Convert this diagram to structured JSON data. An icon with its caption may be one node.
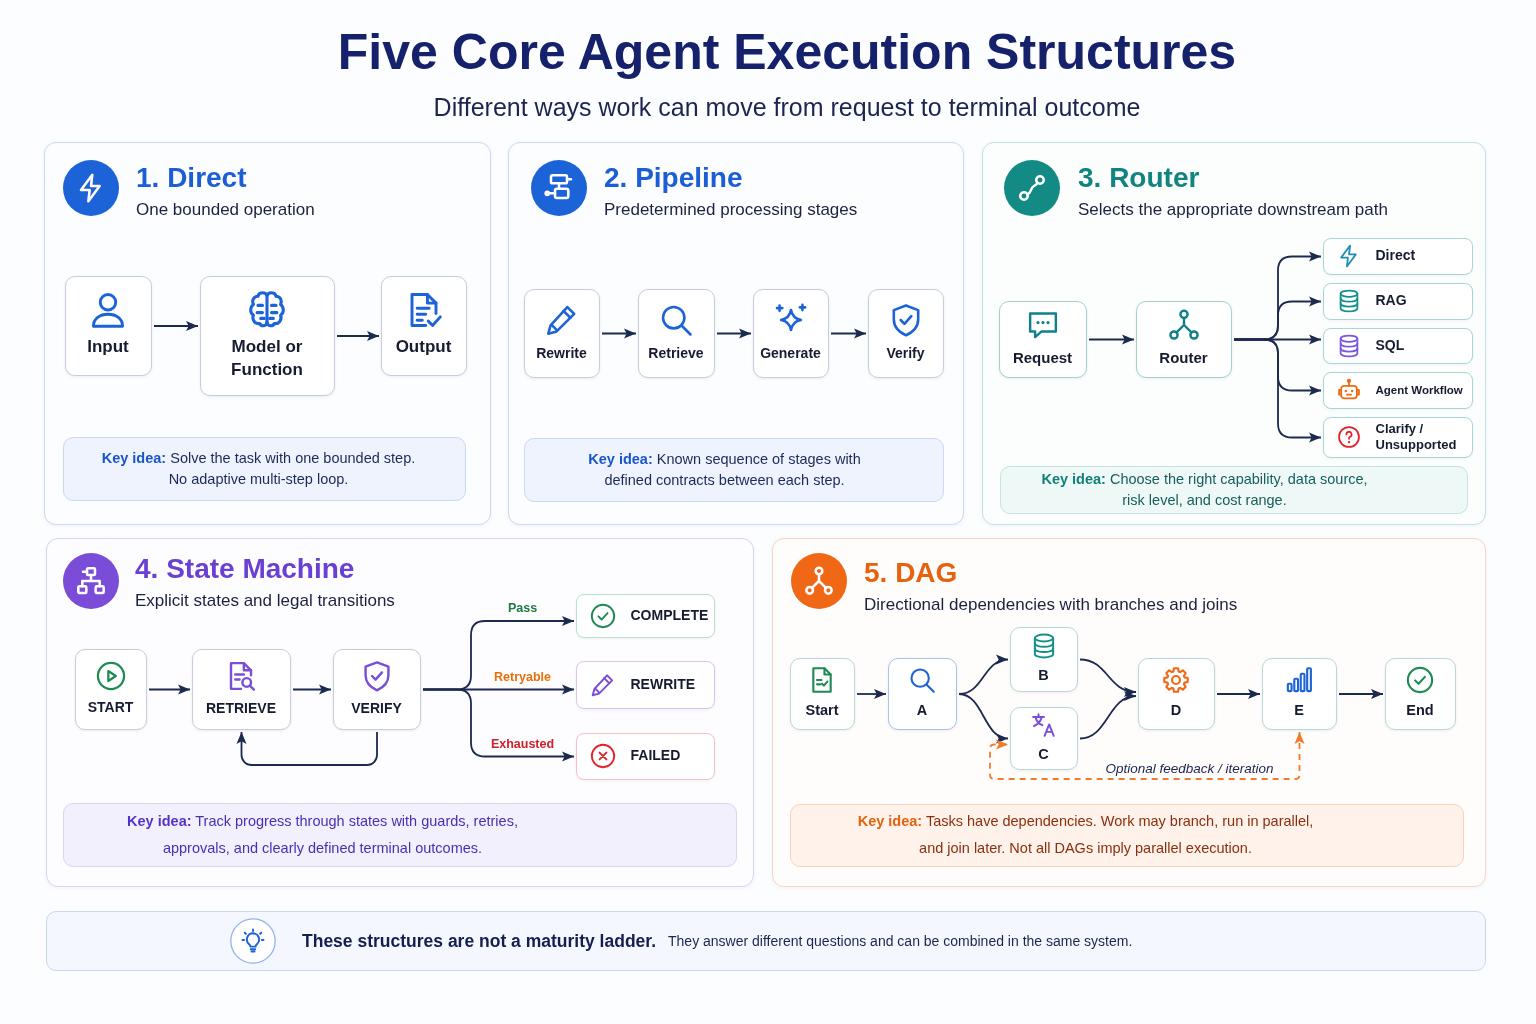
{
  "diagram": {
    "title": "Five Core Agent Execution Structures",
    "nodes": [
      {
        "text": [
          "1. Direct",
          "One bounded operation"
        ]
      },
      {
        "text": [
          "Input"
        ],
        "in": 0
      },
      {
        "text": [
          "Model or Function"
        ],
        "in": 0
      },
      {
        "text": [
          "Output"
        ],
        "in": 0
      },
      {
        "text": [
          "**Key idea:** Solve the task with one bounded step. No adaptive multi-step loop."
        ],
        "in": 0
      },
      {
        "text": [
          "2. Pipeline",
          "Predetermined processing stages"
        ]
      },
      {
        "text": [
          "Rewrite"
        ],
        "in": 5
      },
      {
        "text": [
          "Retrieve"
        ],
        "in": 5
      },
      {
        "text": [
          "Generate"
        ],
        "in": 5
      },
      {
        "text": [
          "Verify"
        ],
        "in": 5
      },
      {
        "text": [
          "**Key idea:** Known sequence of stages with defined contracts between each step."
        ],
        "in": 5
      },
      {
        "text": [
          "3. Router",
          "Selects the appropriate downstream path"
        ]
      },
      {
        "text": [
          "Request"
        ],
        "in": 11
      },
      {
        "text": [
          "Router"
        ],
        "in": 11
      },
      {
        "text": [
          "Direct"
        ],
        "in": 11
      },
      {
        "text": [
          "RAG"
        ],
        "in": 11
      },
      {
        "text": [
          "SQL"
        ],
        "in": 11
      },
      {
        "text": [
          "Agent Workflow"
        ],
        "in": 11
      },
      {
        "text": [
          "Clarify / Unsupported"
        ],
        "in": 11
      },
      {
        "text": [
          "**Key idea:** Choose the right capability, data source, risk level, and cost range."
        ],
        "in": 11
      },
      {
        "text": [
          "4. State Machine",
          "Explicit states and legal transitions"
        ]
      },
      {
        "text": [
          "START"
        ],
        "in": 20
      },
      {
        "text": [
          "RETRIEVE"
        ],
        "in": 20
      },
      {
        "text": [
          "VERIFY"
        ],
        "in": 20
      },
      {
        "text": [
          "COMPLETE"
        ],
        "in": 20
      },
      {
        "text": [
          "REWRITE"
        ],
        "in": 20
      },
      {
        "text": [
          "FAILED"
        ],
        "in": 20
      },
      {
        "text": [
          "**Key idea:** Track progress through states with guards, retries, approvals, and clearly defined terminal outcomes."
        ],
        "in": 20
      },
      {
        "text": [
          "5. DAG",
          "Directional dependencies with branches and joins"
        ]
      },
      {
        "text": [
          "Start"
        ],
        "in": 28
      },
      {
        "text": [
          "A"
        ],
        "in": 28
      },
      {
        "text": [
          "B"
        ],
        "in": 28
      },
      {
        "text": [
          "C"
        ],
        "in": 28
      },
      {
        "text": [
          "D"
        ],
        "in": 28
      },
      {
        "text": [
          "E"
        ],
        "in": 28
      },
      {
        "text": [
          "End"
        ],
        "in": 28
      },
      {
        "text": [
          "**Key idea:** Tasks have dependencies. Work may branch, run in parallel, and join later. Not all DAGs imply parallel execution."
        ],
        "in": 28
      },
      {
        "text": [
          "These structures are not a maturity ladder.",
          "They answer different questions and can be combined in the same system."
        ]
      }
    ],
    "edges": [
      {
        "from": 1,
        "to": 2,
        "arrow": "to"
      },
      {
        "from": 2,
        "to": 3,
        "arrow": "to"
      },
      {
        "from": 6,
        "to": 7,
        "arrow": "to"
      },
      {
        "from": 7,
        "to": 8,
        "arrow": "to"
      },
      {
        "from": 8,
        "to": 9,
        "arrow": "to"
      },
      {
        "from": 12,
        "to": 13,
        "arrow": "to"
      },
      {
        "from": 13,
        "to": 14,
        "arrow": "to"
      },
      {
        "from": 13,
        "to": 15,
        "arrow": "to"
      },
      {
        "from": 13,
        "to": 16,
        "arrow": "to"
      },
      {
        "from": 13,
        "to": 17,
        "arrow": "to"
      },
      {
        "from": 13,
        "to": 18,
        "arrow": "to"
      },
      {
        "from": 21,
        "to": 22,
        "arrow": "to"
      },
      {
        "from": 22,
        "to": 23,
        "arrow": "to"
      },
      {
        "from": 23,
        "to": 22,
        "arrow": "to"
      },
      {
        "from": 23,
        "to": 24,
        "arrow": "to",
        "label": "Pass"
      },
      {
        "from": 23,
        "to": 25,
        "arrow": "to",
        "label": "Retryable"
      },
      {
        "from": 23,
        "to": 26,
        "arrow": "to",
        "label": "Exhausted"
      },
      {
        "from": 29,
        "to": 30,
        "arrow": "to"
      },
      {
        "from": 30,
        "to": 31,
        "arrow": "to"
      },
      {
        "from": 30,
        "to": 32,
        "arrow": "to"
      },
      {
        "from": 31,
        "to": 33,
        "arrow": "to"
      },
      {
        "from": 32,
        "to": 33,
        "arrow": "to"
      },
      {
        "from": 33,
        "to": 34,
        "arrow": "to"
      },
      {
        "from": 34,
        "to": 35,
        "arrow": "to"
      },
      {
        "from": 34,
        "to": 32,
        "arrow": "both",
        "style": "dashed",
        "color": "#f07b2d",
        "label": "Optional feedback / iteration"
      }
    ],
    "labels": [
      "Different ways work can move from request to terminal outcome"
    ]
  }
}
